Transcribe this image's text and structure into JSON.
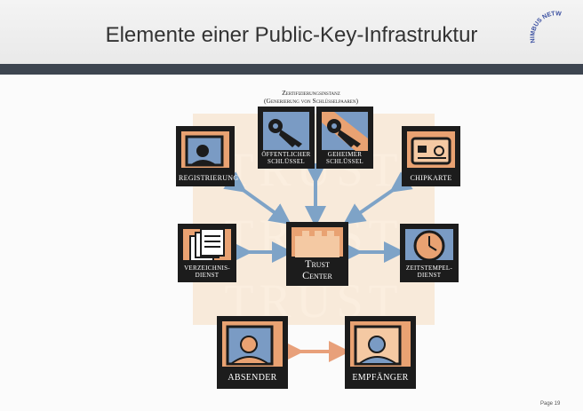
{
  "header": {
    "title": "Elemente einer Public-Key-Infrastruktur",
    "logo_text": "NIMBUS NETW"
  },
  "watermark": [
    "TRUST",
    "TRUST",
    "TRUST"
  ],
  "instanz": {
    "title_line1": "Zertifizierungsinstanz",
    "title_line2": "(Generierung von Schlüsselpaaren)"
  },
  "nodes": {
    "oeffentlich": {
      "line1": "Öffentlicher",
      "line2": "Schlüssel"
    },
    "geheim": {
      "line1": "Geheimer",
      "line2": "Schlüssel"
    },
    "registrierung": {
      "label": "Registrierung"
    },
    "chipkarte": {
      "label": "Chipkarte"
    },
    "verzeichnis": {
      "line1": "Verzeichnis-",
      "line2": "dienst"
    },
    "trustcenter": {
      "line1": "Trust",
      "line2": "Center"
    },
    "zeitstempel": {
      "line1": "Zeitstempel-",
      "line2": "dienst"
    },
    "absender": {
      "label": "Absender"
    },
    "empfaenger": {
      "label": "Empfänger"
    }
  },
  "footer": {
    "page": "Page 19"
  },
  "colors": {
    "arrow_blue": "#7ea3c7",
    "arrow_orange": "#e8a07a",
    "panel_orange": "#e9a272",
    "panel_blue": "#7a9bc4",
    "dark": "#1c1c1c"
  }
}
